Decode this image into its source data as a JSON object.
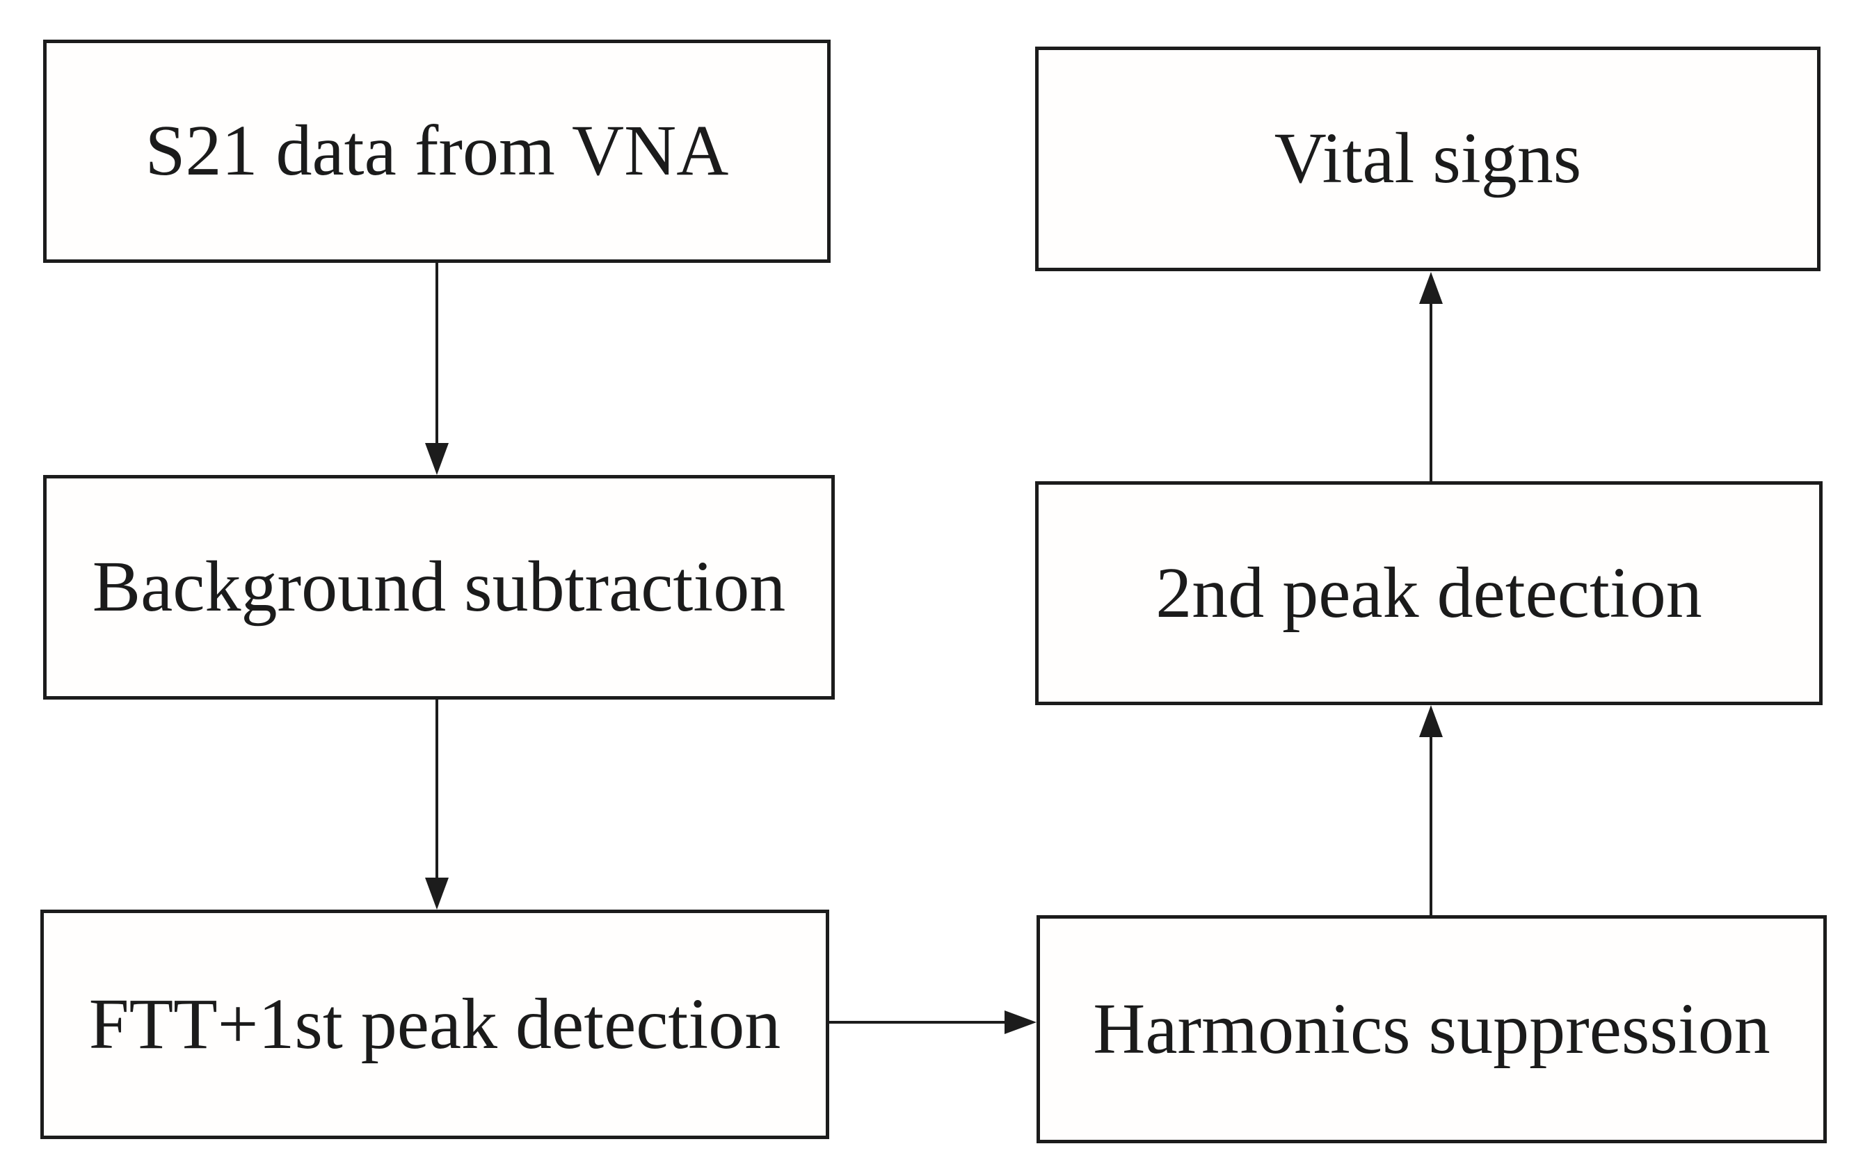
{
  "figure": {
    "type": "flowchart",
    "background_color": "#ffffff",
    "box_fill_color": "#fffefd",
    "line_color": "#1c1c1c",
    "text_color": "#1b1b1b"
  },
  "nodes": [
    {
      "id": "s21-data-from-vna",
      "label": "S21 data from VNA",
      "column": "left",
      "row": 1
    },
    {
      "id": "background-subtraction",
      "label": "Background subtraction",
      "column": "left",
      "row": 2
    },
    {
      "id": "ftt-1st-peak-detection",
      "label": "FTT+1st peak detection",
      "column": "left",
      "row": 3
    },
    {
      "id": "harmonics-suppression",
      "label": "Harmonics suppression",
      "column": "right",
      "row": 3
    },
    {
      "id": "2nd-peak-detection",
      "label": "2nd peak detection",
      "column": "right",
      "row": 2
    },
    {
      "id": "vital-signs",
      "label": "Vital signs",
      "column": "right",
      "row": 1
    }
  ],
  "edges": [
    {
      "from": "s21-data-from-vna",
      "to": "background-subtraction",
      "direction": "down"
    },
    {
      "from": "background-subtraction",
      "to": "ftt-1st-peak-detection",
      "direction": "down"
    },
    {
      "from": "ftt-1st-peak-detection",
      "to": "harmonics-suppression",
      "direction": "right"
    },
    {
      "from": "harmonics-suppression",
      "to": "2nd-peak-detection",
      "direction": "up"
    },
    {
      "from": "2nd-peak-detection",
      "to": "vital-signs",
      "direction": "up"
    }
  ]
}
